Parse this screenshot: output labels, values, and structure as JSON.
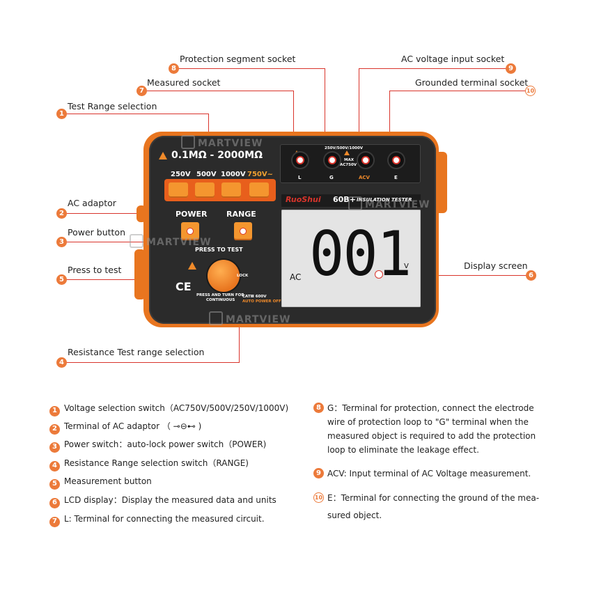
{
  "callouts": [
    {
      "num": "1",
      "label": "Test Range selection"
    },
    {
      "num": "2",
      "label": "AC adaptor"
    },
    {
      "num": "3",
      "label": "Power button"
    },
    {
      "num": "4",
      "label": "Resistance Test range selection"
    },
    {
      "num": "5",
      "label": "Press to test"
    },
    {
      "num": "6",
      "label": "Display screen"
    },
    {
      "num": "7",
      "label": "Measured socket"
    },
    {
      "num": "8",
      "label": "Protection segment socket"
    },
    {
      "num": "9",
      "label": "AC voltage input socket"
    },
    {
      "num": "10",
      "label": "Grounded terminal socket"
    }
  ],
  "device": {
    "range_title": "0.1MΩ - 2000MΩ",
    "voltages": [
      "250V",
      "500V",
      "1000V",
      "750V~"
    ],
    "power_label": "POWER",
    "range_label": "RANGE",
    "press_to_test": "PRESS TO TEST",
    "lock_label": "LOCK",
    "press_turn": "PRESS AND TURN FOR",
    "continuous": "CONTINUOUS",
    "cat_rating": "CATⅢ 600V",
    "auto_power_off": "AUTO POWER OFF",
    "ce_mark": "CE",
    "socket_rating": "250V/500V/1000V",
    "max_rating": "MAX",
    "max_value": "AC750V",
    "sockets": [
      {
        "label": "L"
      },
      {
        "label": "G"
      },
      {
        "label": "ACV"
      },
      {
        "label": "E"
      }
    ],
    "brand": "RuoShui",
    "model": "60B+",
    "subtitle": "INSULATION TESTER",
    "lcd": {
      "mode": "AC",
      "value": "001",
      "unit": "V"
    }
  },
  "watermark": "MARTVIEW",
  "legend_left": [
    {
      "num": "1",
      "text": "Voltage selection switch（AC750V/500V/250V/1000V)"
    },
    {
      "num": "2",
      "text": "Terminal of AC adaptor （ ⊸⊖⊷ )"
    },
    {
      "num": "3",
      "text": "Power switch：auto-lock power switch（POWER)"
    },
    {
      "num": "4",
      "text": "Resistance Range selection switch（RANGE)"
    },
    {
      "num": "5",
      "text": "Measurement button"
    },
    {
      "num": "6",
      "text": "LCD display：Display the measured data and units"
    },
    {
      "num": "7",
      "text": "L: Terminal for connecting the measured circuit."
    }
  ],
  "legend_right": [
    {
      "num": "8",
      "lines": [
        "G：Terminal for protection, connect the electrode",
        "wire of protection loop to \"G\" terminal when the",
        "measured object is required to add the protection",
        "loop to eliminate the leakage effect."
      ]
    },
    {
      "num": "9",
      "lines": [
        "ACV: Input terminal of AC Voltage measurement."
      ]
    },
    {
      "num": "10",
      "lines": [
        "E：Terminal for connecting the ground of the mea-",
        "sured object."
      ]
    }
  ],
  "colors": {
    "accent": "#ec7a3a",
    "wire": "#d9342b",
    "device_body": "#2b2b2b",
    "device_trim": "#e8751f"
  }
}
